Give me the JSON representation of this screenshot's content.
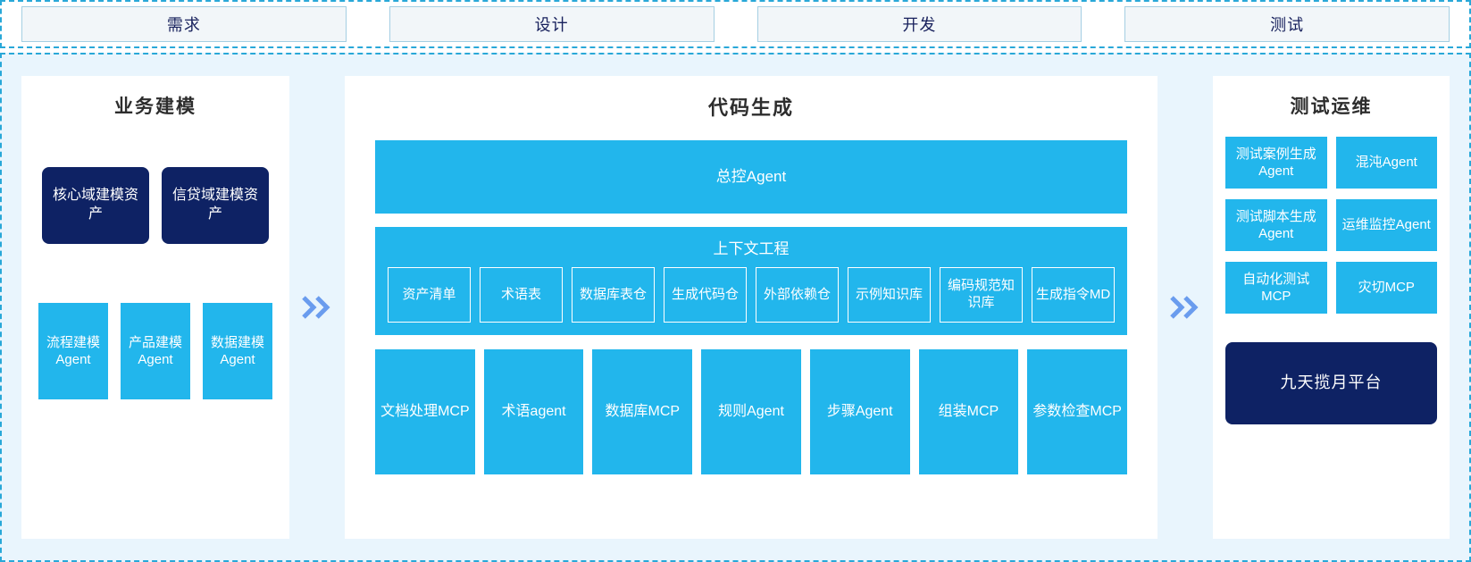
{
  "stages": {
    "items": [
      {
        "label": "需求"
      },
      {
        "label": "设计"
      },
      {
        "label": "开发"
      },
      {
        "label": "测试"
      }
    ]
  },
  "arrows": {
    "icon": "double-chevron-right-icon",
    "glyph": "»"
  },
  "panels": {
    "business_modeling": {
      "title": "业务建模",
      "assets": [
        {
          "label": "核心域建模资产"
        },
        {
          "label": "信贷域建模资产"
        }
      ],
      "agents": [
        {
          "label": "流程建模Agent"
        },
        {
          "label": "产品建模Agent"
        },
        {
          "label": "数据建模Agent"
        }
      ]
    },
    "code_generation": {
      "title": "代码生成",
      "master_agent": {
        "label": "总控Agent"
      },
      "context_engineering": {
        "title": "上下文工程",
        "items": [
          {
            "label": "资产清单"
          },
          {
            "label": "术语表"
          },
          {
            "label": "数据库表仓"
          },
          {
            "label": "生成代码仓"
          },
          {
            "label": "外部依赖仓"
          },
          {
            "label": "示例知识库"
          },
          {
            "label": "编码规范知识库"
          },
          {
            "label": "生成指令MD"
          }
        ]
      },
      "tools": [
        {
          "label": "文档处理MCP"
        },
        {
          "label": "术语agent"
        },
        {
          "label": "数据库MCP"
        },
        {
          "label": "规则Agent"
        },
        {
          "label": "步骤Agent"
        },
        {
          "label": "组装MCP"
        },
        {
          "label": "参数检查MCP"
        }
      ]
    },
    "test_ops": {
      "title": "测试运维",
      "items": [
        {
          "label": "测试案例生成Agent"
        },
        {
          "label": "混沌Agent"
        },
        {
          "label": "测试脚本生成Agent"
        },
        {
          "label": "运维监控Agent"
        },
        {
          "label": "自动化测试MCP"
        },
        {
          "label": "灾切MCP"
        }
      ],
      "platform": {
        "label": "九天揽月平台"
      }
    }
  },
  "colors": {
    "navy": "#0e2264",
    "blue": "#22b6ec",
    "background": "#e9f5fd",
    "dashed_border": "#29a8d8",
    "chevron": "#6a9cee",
    "stage_fill": "#f2f6f9",
    "stage_border": "#a5cfe3",
    "stage_text": "#17205c"
  }
}
